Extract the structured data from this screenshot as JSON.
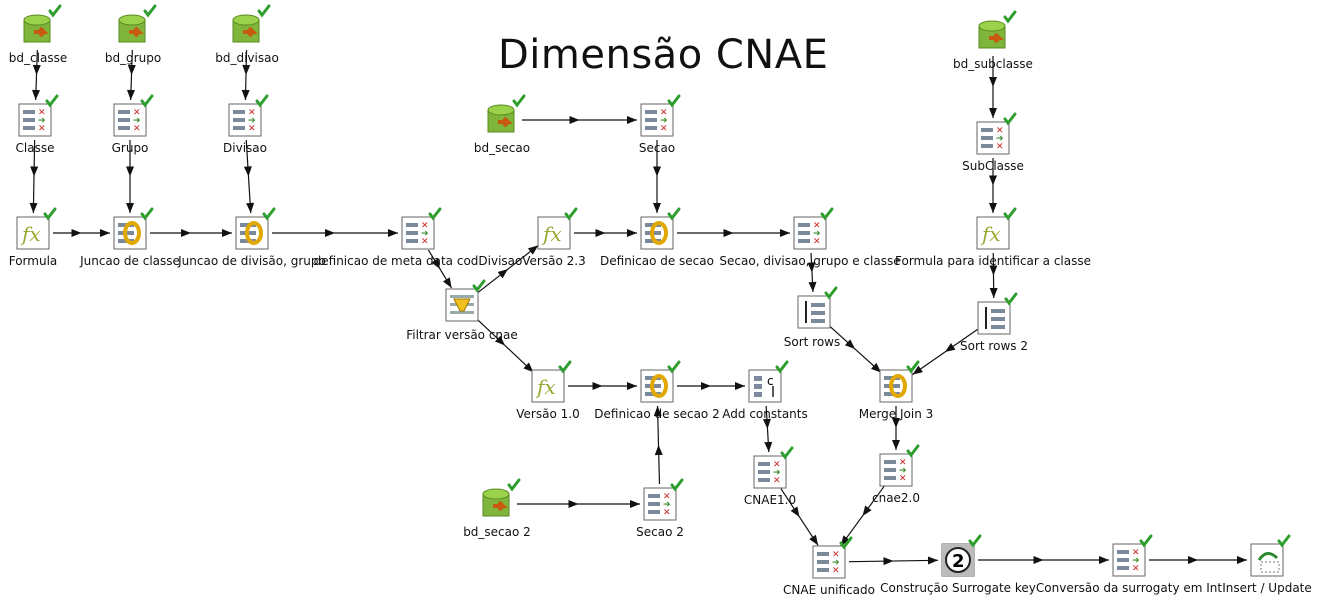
{
  "title": "Dimensão CNAE",
  "steps": {
    "bd_classe": {
      "label": "bd_classe",
      "icon": "table-input-icon"
    },
    "bd_grupo": {
      "label": "bd_grupo",
      "icon": "table-input-icon"
    },
    "bd_divisao": {
      "label": "bd_divisao",
      "icon": "table-input-icon"
    },
    "classe": {
      "label": "Classe",
      "icon": "select-values-icon"
    },
    "grupo": {
      "label": "Grupo",
      "icon": "select-values-icon"
    },
    "divisao": {
      "label": "Divisao",
      "icon": "select-values-icon"
    },
    "formula": {
      "label": "Formula",
      "icon": "formula-icon"
    },
    "juncao_classe": {
      "label": "Juncao de classe",
      "icon": "join-icon"
    },
    "juncao_divisao": {
      "label": "Juncao de divisão, grupo",
      "icon": "join-icon"
    },
    "definicao_meta": {
      "label": "definicao de meta data codDivisao",
      "icon": "select-values-icon"
    },
    "bd_secao": {
      "label": "bd_secao",
      "icon": "table-input-icon"
    },
    "secao": {
      "label": "Secao",
      "icon": "select-values-icon"
    },
    "versao23": {
      "label": "Versão 2.3",
      "icon": "formula-icon"
    },
    "definicao_secao": {
      "label": "Definicao de secao",
      "icon": "join-icon"
    },
    "secao_divisao": {
      "label": "Secao, divisao, grupo e classe",
      "icon": "select-values-icon"
    },
    "filtrar": {
      "label": "Filtrar versão cnae",
      "icon": "filter-icon"
    },
    "versao10": {
      "label": "Versão 1.0",
      "icon": "formula-icon"
    },
    "definicao_secao2": {
      "label": "Definicao de secao 2",
      "icon": "join-icon"
    },
    "add_constants": {
      "label": "Add constants",
      "icon": "add-constants-icon"
    },
    "sort_rows": {
      "label": "Sort rows",
      "icon": "sort-rows-icon"
    },
    "merge_join3": {
      "label": "Merge Join 3",
      "icon": "merge-join-icon"
    },
    "bd_subclasse": {
      "label": "bd_subclasse",
      "icon": "table-input-icon"
    },
    "subclasse": {
      "label": "SubClasse",
      "icon": "select-values-icon"
    },
    "formula_classe": {
      "label": "Formula para identificar a classe",
      "icon": "formula-icon"
    },
    "sort_rows2": {
      "label": "Sort rows 2",
      "icon": "sort-rows-icon"
    },
    "bd_secao2": {
      "label": "bd_secao 2",
      "icon": "table-input-icon"
    },
    "secao2": {
      "label": "Secao 2",
      "icon": "select-values-icon"
    },
    "cnae10": {
      "label": "CNAE1.0",
      "icon": "select-values-icon"
    },
    "cnae20": {
      "label": "cnae2.0",
      "icon": "select-values-icon"
    },
    "cnae_unificado": {
      "label": "CNAE unificado",
      "icon": "select-values-icon"
    },
    "surrogate": {
      "label": "Construção Surrogate key",
      "icon": "sequence-icon"
    },
    "conversao": {
      "label": "Conversão da surrogaty em Int",
      "icon": "select-values-icon"
    },
    "insert_update": {
      "label": "Insert / Update",
      "icon": "insert-update-icon"
    }
  },
  "hops": [
    [
      "bd_classe",
      "classe"
    ],
    [
      "bd_grupo",
      "grupo"
    ],
    [
      "bd_divisao",
      "divisao"
    ],
    [
      "classe",
      "formula"
    ],
    [
      "grupo",
      "juncao_classe"
    ],
    [
      "divisao",
      "juncao_divisao"
    ],
    [
      "formula",
      "juncao_classe"
    ],
    [
      "juncao_classe",
      "juncao_divisao"
    ],
    [
      "juncao_divisao",
      "definicao_meta"
    ],
    [
      "definicao_meta",
      "filtrar"
    ],
    [
      "filtrar",
      "versao23"
    ],
    [
      "filtrar",
      "versao10"
    ],
    [
      "bd_secao",
      "secao"
    ],
    [
      "secao",
      "definicao_secao"
    ],
    [
      "versao23",
      "definicao_secao"
    ],
    [
      "definicao_secao",
      "secao_divisao"
    ],
    [
      "secao_divisao",
      "sort_rows"
    ],
    [
      "versao10",
      "definicao_secao2"
    ],
    [
      "definicao_secao2",
      "add_constants"
    ],
    [
      "bd_secao2",
      "secao2"
    ],
    [
      "secao2",
      "definicao_secao2"
    ],
    [
      "bd_subclasse",
      "subclasse"
    ],
    [
      "subclasse",
      "formula_classe"
    ],
    [
      "formula_classe",
      "sort_rows2"
    ],
    [
      "sort_rows",
      "merge_join3"
    ],
    [
      "sort_rows2",
      "merge_join3"
    ],
    [
      "add_constants",
      "cnae10"
    ],
    [
      "merge_join3",
      "cnae20"
    ],
    [
      "cnae10",
      "cnae_unificado"
    ],
    [
      "cnae20",
      "cnae_unificado"
    ],
    [
      "cnae_unificado",
      "surrogate"
    ],
    [
      "surrogate",
      "conversao"
    ],
    [
      "conversao",
      "insert_update"
    ]
  ],
  "colors": {
    "check": "#2e9e2e",
    "db_top": "#9bd24b",
    "db_body": "#7fb53a",
    "arrow": "#111111",
    "red_x": "#cc2222",
    "fx": "#9aa832"
  }
}
